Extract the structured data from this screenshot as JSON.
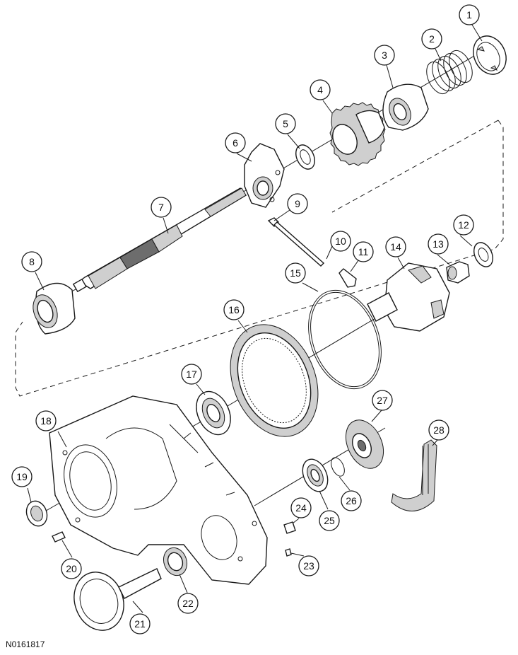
{
  "figure_id": "N0161817",
  "callouts": [
    {
      "number": "1",
      "part": "1-icon"
    },
    {
      "number": "2",
      "part": "2-icon"
    },
    {
      "number": "3",
      "part": "3-icon"
    },
    {
      "number": "4",
      "part": "4-icon"
    },
    {
      "number": "5",
      "part": "5-icon"
    },
    {
      "number": "6",
      "part": "6-icon"
    },
    {
      "number": "7",
      "part": "7-icon"
    },
    {
      "number": "8",
      "part": "8-icon"
    },
    {
      "number": "9",
      "part": "9-icon"
    },
    {
      "number": "10",
      "part": "10-icon"
    },
    {
      "number": "11",
      "part": "11-icon"
    },
    {
      "number": "12",
      "part": "12-icon"
    },
    {
      "number": "13",
      "part": "13-icon"
    },
    {
      "number": "14",
      "part": "14-icon"
    },
    {
      "number": "15",
      "part": "15-icon"
    },
    {
      "number": "16",
      "part": "16-icon"
    },
    {
      "number": "17",
      "part": "17-icon"
    },
    {
      "number": "18",
      "part": "18-icon"
    },
    {
      "number": "19",
      "part": "19-icon"
    },
    {
      "number": "20",
      "part": "20-icon"
    },
    {
      "number": "21",
      "part": "21-icon"
    },
    {
      "number": "22",
      "part": "22-icon"
    },
    {
      "number": "23",
      "part": "23-icon"
    },
    {
      "number": "24",
      "part": "24-icon"
    },
    {
      "number": "25",
      "part": "25-icon"
    },
    {
      "number": "26",
      "part": "26-icon"
    },
    {
      "number": "27",
      "part": "27-icon"
    },
    {
      "number": "28",
      "part": "28-icon"
    }
  ]
}
